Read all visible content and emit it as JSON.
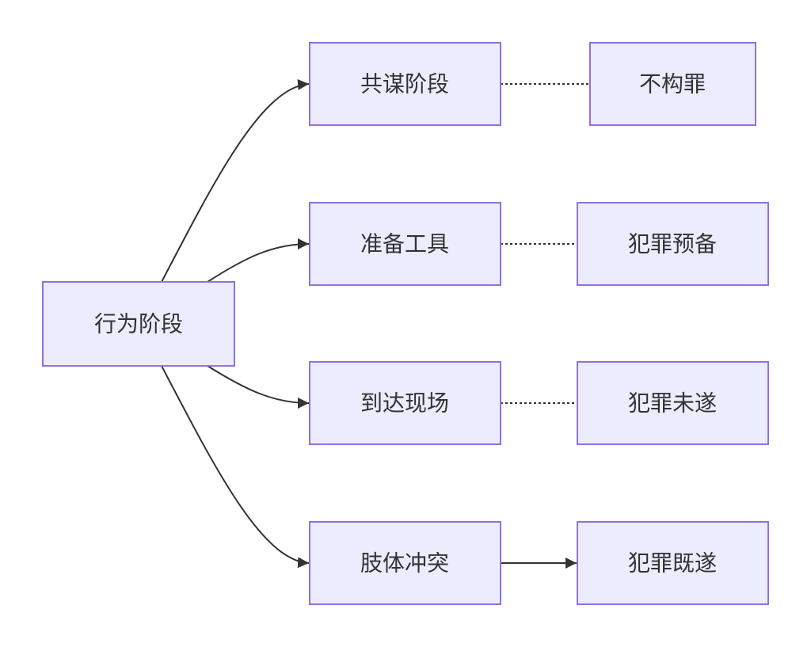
{
  "nodes": {
    "behavior_stage": "行为阶段",
    "conspiracy_stage": "共谋阶段",
    "prepare_tools": "准备工具",
    "arrive_scene": "到达现场",
    "physical_conflict": "肢体冲突",
    "not_a_crime": "不构罪",
    "crime_preparation": "犯罪预备",
    "attempted_crime": "犯罪未遂",
    "completed_crime": "犯罪既遂"
  },
  "edges": [
    {
      "from": "behavior_stage",
      "to": "conspiracy_stage",
      "style": "solid-arrow"
    },
    {
      "from": "behavior_stage",
      "to": "prepare_tools",
      "style": "solid-arrow"
    },
    {
      "from": "behavior_stage",
      "to": "arrive_scene",
      "style": "solid-arrow"
    },
    {
      "from": "behavior_stage",
      "to": "physical_conflict",
      "style": "solid-arrow"
    },
    {
      "from": "conspiracy_stage",
      "to": "not_a_crime",
      "style": "dotted"
    },
    {
      "from": "prepare_tools",
      "to": "crime_preparation",
      "style": "dotted"
    },
    {
      "from": "arrive_scene",
      "to": "attempted_crime",
      "style": "dotted"
    },
    {
      "from": "physical_conflict",
      "to": "completed_crime",
      "style": "solid-arrow"
    }
  ],
  "colors": {
    "node_fill": "#ECECFF",
    "node_stroke": "#9370DB",
    "edge": "#333333",
    "text": "#333333"
  }
}
